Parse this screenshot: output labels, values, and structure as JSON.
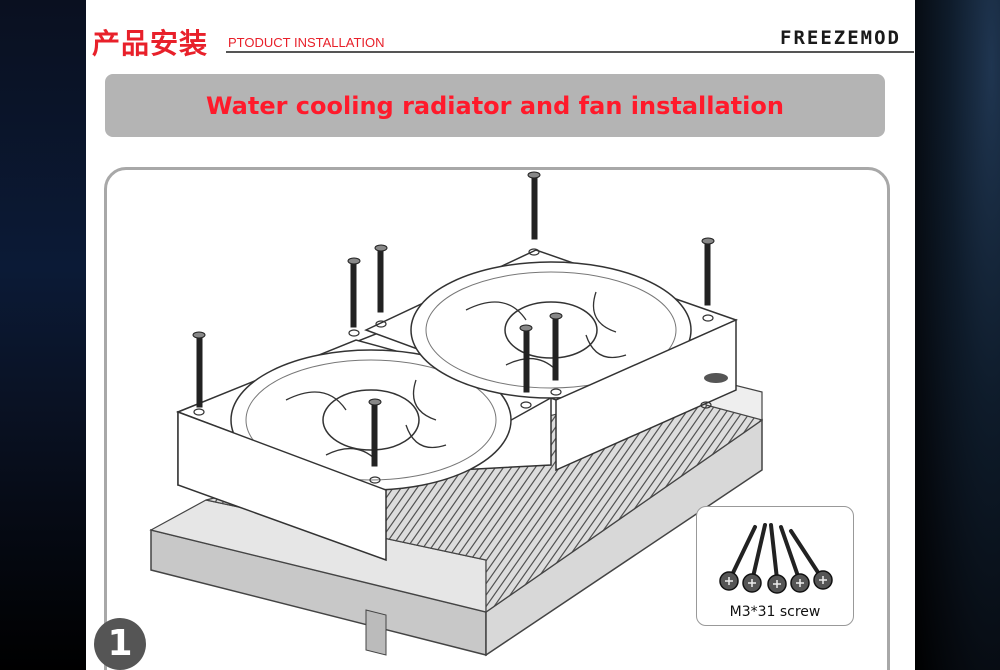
{
  "header": {
    "title_zh": "产品安装",
    "title_en": "PTODUCT INSTALLATION",
    "brand": "FREEZEMOD"
  },
  "banner": {
    "title": "Water cooling radiator and fan installation"
  },
  "screw_callout": {
    "label": "M3*31 screw"
  },
  "step": {
    "number": "1"
  },
  "colors": {
    "accent_red": "#e8202a",
    "banner_gray": "#b4b4b4",
    "frame_gray": "#a8a8a8"
  }
}
